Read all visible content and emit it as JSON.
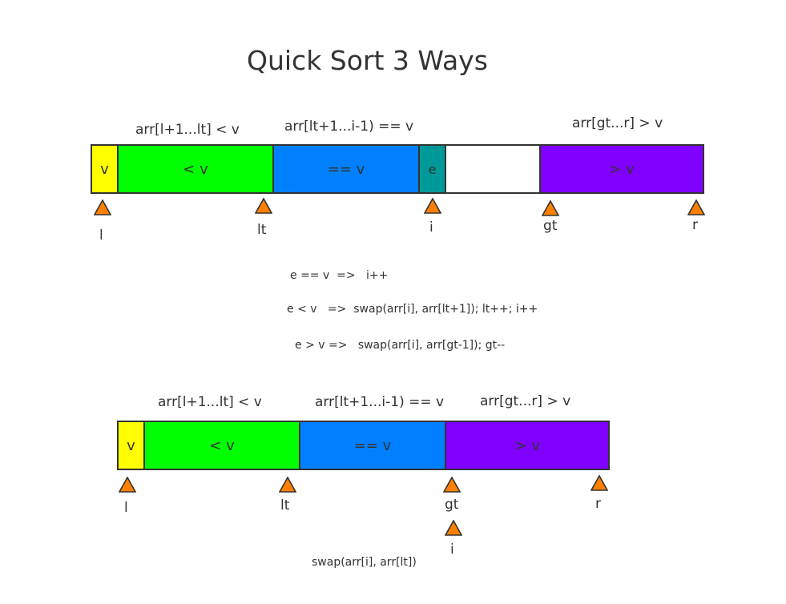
{
  "title": "Quick Sort 3 Ways",
  "colors": {
    "pivot": "#ffff00",
    "less": "#00ff00",
    "equal": "#0080ff",
    "element": "#009999",
    "unprocessed": "#ffffff",
    "greater": "#8000ff",
    "pointer": "#ff8000"
  },
  "top": {
    "labels": {
      "less": "arr[l+1...lt] < v",
      "equal": "arr[lt+1...i-1) == v",
      "greater": "arr[gt...r] > v"
    },
    "cells": {
      "pivot": "v",
      "less": "< v",
      "equal": "== v",
      "element": "e",
      "unprocessed": "",
      "greater": "> v"
    },
    "pointers": {
      "l": "l",
      "lt": "lt",
      "i": "i",
      "gt": "gt",
      "r": "r"
    }
  },
  "rules": [
    "e == v  =>   i++",
    "e < v   =>  swap(arr[i], arr[lt+1]); lt++; i++",
    "e > v =>   swap(arr[i], arr[gt-1]); gt--"
  ],
  "bottom": {
    "labels": {
      "less": "arr[l+1...lt] < v",
      "equal": "arr[lt+1...i-1) == v",
      "greater": "arr[gt...r] > v"
    },
    "cells": {
      "pivot": "v",
      "less": "< v",
      "equal": "== v",
      "greater": "> v"
    },
    "pointers": {
      "l": "l",
      "lt": "lt",
      "gt": "gt",
      "r": "r",
      "i": "i"
    },
    "final_step": "swap(arr[i], arr[lt])"
  }
}
